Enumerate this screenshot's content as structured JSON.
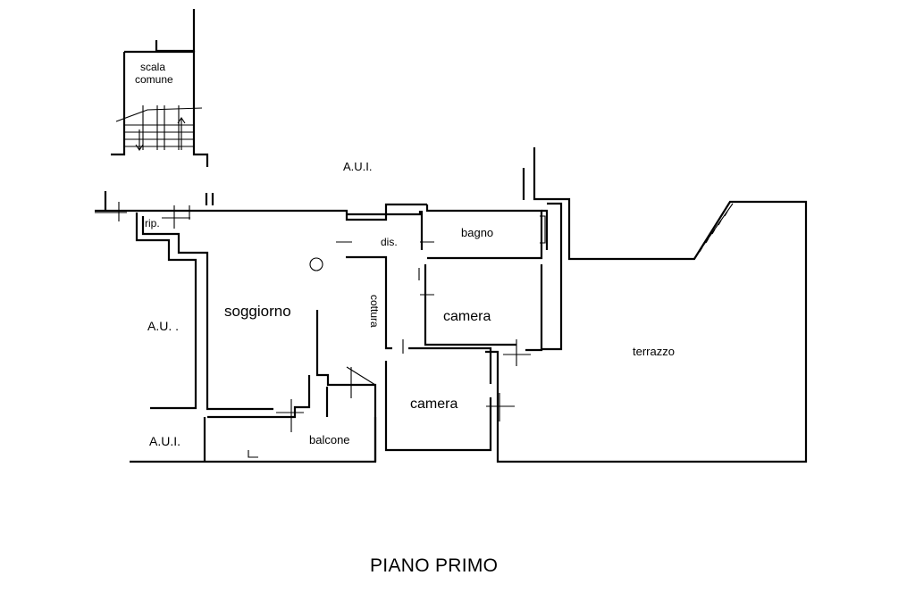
{
  "floor_title": "PIANO PRIMO",
  "labels": {
    "scala_line1": "scala",
    "scala_line2": "comune",
    "aui_top": "A.U.I.",
    "aui_left": "A.U. .",
    "aui_bottom": "A.U.I.",
    "rip": "rip.",
    "dis": "dis.",
    "bagno": "bagno",
    "soggiorno": "soggiorno",
    "cottura": "cottura",
    "camera_upper": "camera",
    "camera_lower": "camera",
    "terrazzo": "terrazzo",
    "balcone": "balcone"
  }
}
